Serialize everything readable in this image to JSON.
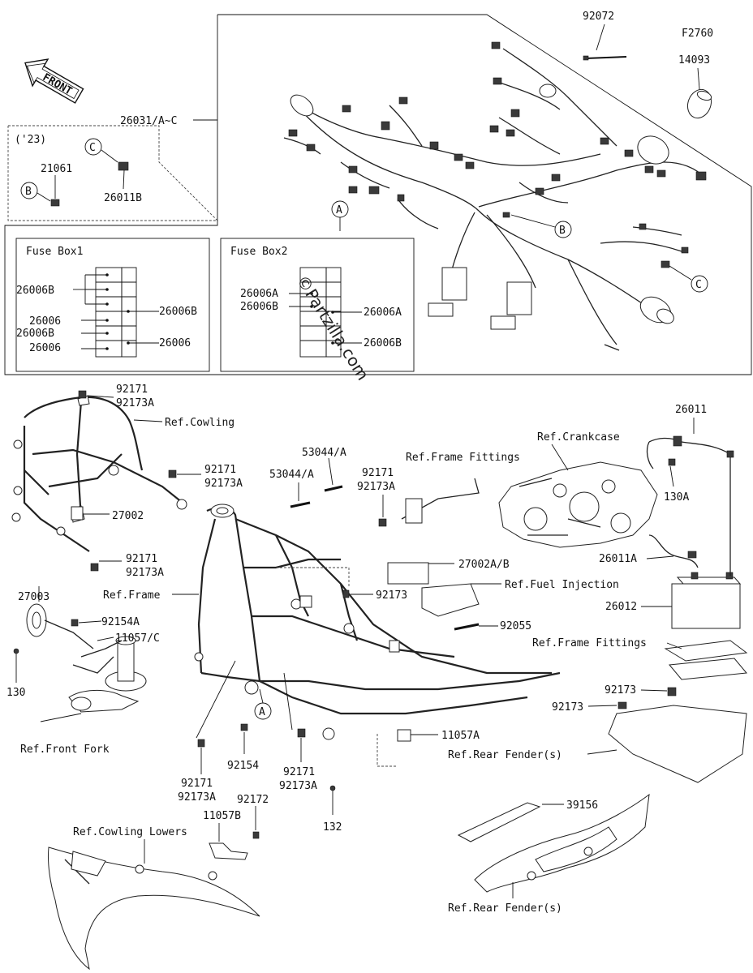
{
  "diagram_code": "F2760",
  "front_label": "FRONT",
  "watermark": "©Partzilla.com",
  "top_parts": {
    "p92072": "92072",
    "p14093": "14093",
    "harness": "26031/A~C"
  },
  "year_box": {
    "year": "('23)",
    "p21061": "21061",
    "p26011b": "26011B",
    "callout_b": "B",
    "callout_c": "C"
  },
  "fuse_box1": {
    "title": "Fuse Box1",
    "left": [
      "26006B",
      "26006",
      "26006B",
      "26006"
    ],
    "right": [
      "26006B",
      "26006"
    ]
  },
  "fuse_box2": {
    "title": "Fuse Box2",
    "left": [
      "26006A",
      "26006B"
    ],
    "right": [
      "26006A",
      "26006B"
    ]
  },
  "callouts": {
    "a": "A",
    "b": "B",
    "c": "C"
  },
  "labels": {
    "p92171_1": "92171",
    "p92173a_1": "92173A",
    "ref_cowling": "Ref.Cowling",
    "p92171_2": "92171",
    "p92173a_2": "92173A",
    "p27002": "27002",
    "p92171_3": "92171",
    "p92173a_3": "92173A",
    "p27003": "27003",
    "p92154a": "92154A",
    "p11057c": "11057/C",
    "p130_left": "130",
    "ref_front_fork": "Ref.Front Fork",
    "ref_frame": "Ref.Frame",
    "p53044a_1": "53044/A",
    "p53044a_2": "53044/A",
    "p92171_4": "92171",
    "p92173a_4": "92173A",
    "ref_frame_fittings_1": "Ref.Frame Fittings",
    "p27002ab": "27002A/B",
    "ref_fuel_injection": "Ref.Fuel Injection",
    "p92173_1": "92173",
    "p92055": "92055",
    "ref_crankcase": "Ref.Crankcase",
    "p26011": "26011",
    "p130a": "130A",
    "p26011a": "26011A",
    "p26012": "26012",
    "ref_frame_fittings_2": "Ref.Frame Fittings",
    "p92173_2": "92173",
    "p92173_3": "92173",
    "p11057a": "11057A",
    "ref_rear_fender_1": "Ref.Rear Fender(s)",
    "p92154": "92154",
    "p92171_5": "92171",
    "p92173a_5": "92173A",
    "p92171_6": "92171",
    "p92173a_6": "92173A",
    "p132": "132",
    "p92172": "92172",
    "p11057b": "11057B",
    "ref_cowling_lowers": "Ref.Cowling Lowers",
    "p39156": "39156",
    "ref_rear_fender_2": "Ref.Rear Fender(s)"
  }
}
